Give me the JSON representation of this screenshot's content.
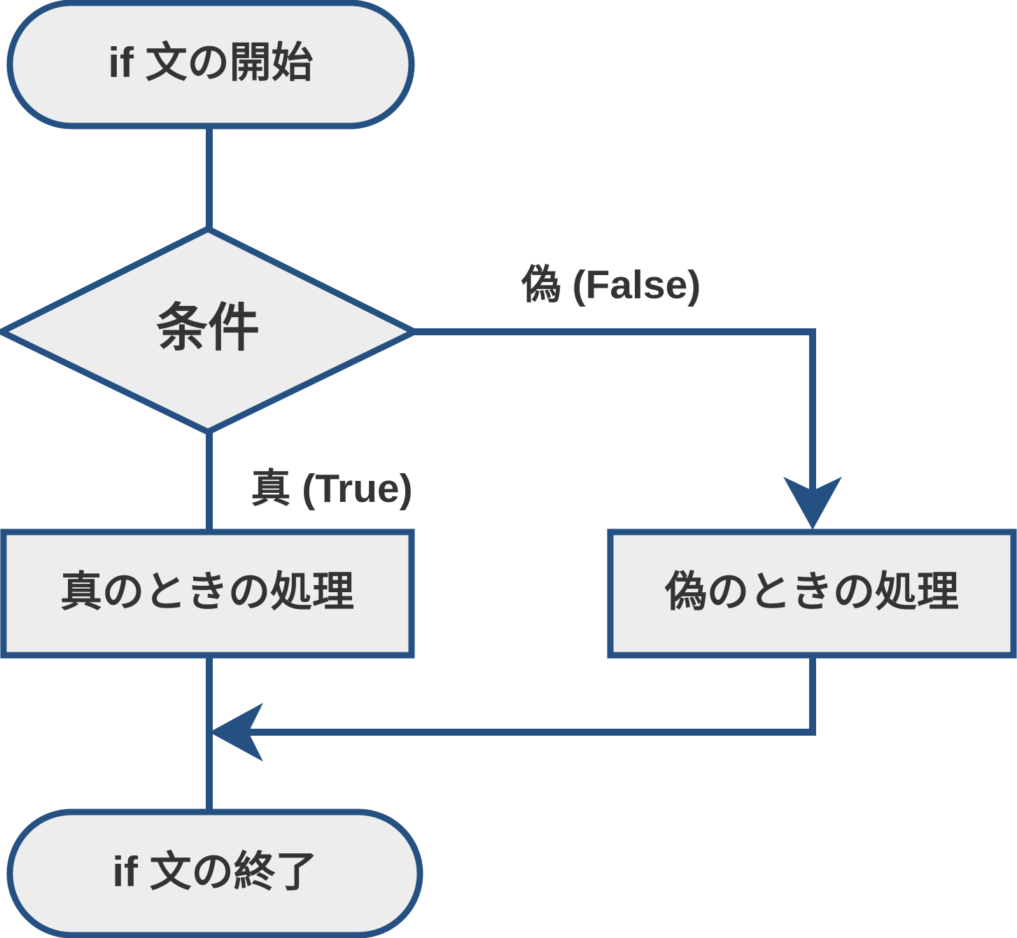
{
  "diagram": {
    "type": "flowchart",
    "title_text": "",
    "colors": {
      "node_fill": "#ededed",
      "node_stroke": "#255082",
      "connector": "#255082",
      "text": "#333333",
      "background": "#ffffff"
    },
    "nodes": [
      {
        "id": "start",
        "shape": "stadium",
        "label": "if 文の開始"
      },
      {
        "id": "condition",
        "shape": "diamond",
        "label": "条件"
      },
      {
        "id": "true_proc",
        "shape": "rect",
        "label": "真のときの処理"
      },
      {
        "id": "false_proc",
        "shape": "rect",
        "label": "偽のときの処理"
      },
      {
        "id": "end",
        "shape": "stadium",
        "label": "if 文の終了"
      }
    ],
    "edges": [
      {
        "from": "start",
        "to": "condition",
        "label": ""
      },
      {
        "from": "condition",
        "to": "false_proc",
        "label": "偽 (False)"
      },
      {
        "from": "condition",
        "to": "true_proc",
        "label": "真 (True)"
      },
      {
        "from": "true_proc",
        "to": "end",
        "label": ""
      },
      {
        "from": "false_proc",
        "to": "end",
        "label": ""
      }
    ]
  }
}
